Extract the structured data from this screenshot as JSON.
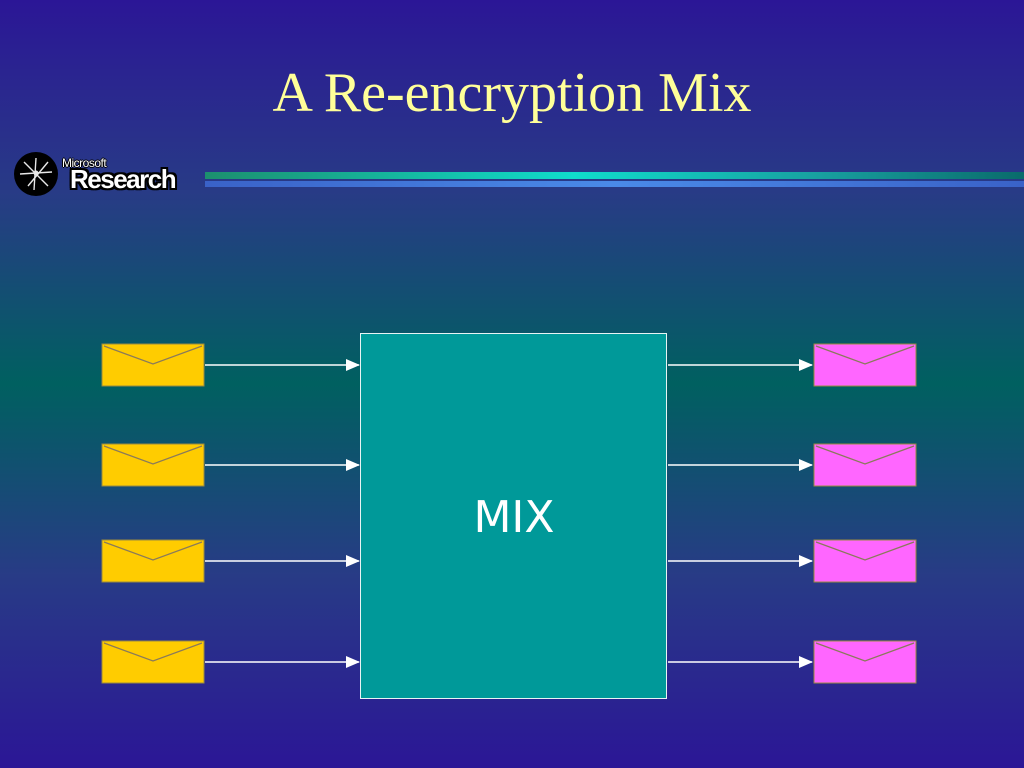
{
  "slide": {
    "title": "A Re-encryption Mix",
    "mix_label": "MIX"
  },
  "logo": {
    "small_text": "Microsoft",
    "big_text": "Research"
  },
  "colors": {
    "title_text": "#ffff99",
    "mix_box_fill": "#009999",
    "input_envelope": "#ffcc00",
    "output_envelope": "#ff66ff",
    "arrow": "#ffffff"
  },
  "inputs": [
    {
      "name": "input-envelope"
    },
    {
      "name": "input-envelope"
    },
    {
      "name": "input-envelope"
    },
    {
      "name": "input-envelope"
    }
  ],
  "outputs": [
    {
      "name": "output-envelope"
    },
    {
      "name": "output-envelope"
    },
    {
      "name": "output-envelope"
    },
    {
      "name": "output-envelope"
    }
  ]
}
